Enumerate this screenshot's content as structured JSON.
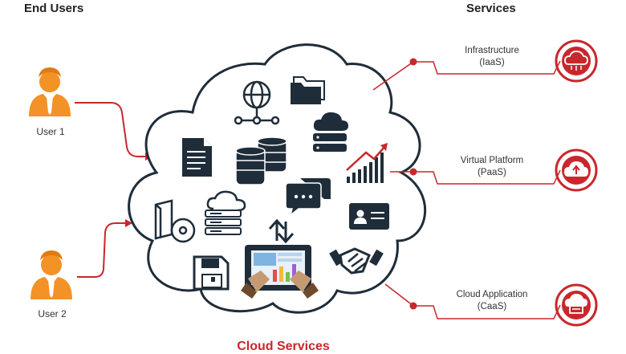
{
  "headings": {
    "end_users": "End Users",
    "services": "Services"
  },
  "users": [
    {
      "label": "User 1"
    },
    {
      "label": "User 2"
    }
  ],
  "services": [
    {
      "name": "Infrastructure",
      "abbr": "(IaaS)",
      "icon": "cloud-server-icon"
    },
    {
      "name": "Virtual Platform",
      "abbr": "(PaaS)",
      "icon": "cloud-upload-icon"
    },
    {
      "name": "Cloud Application",
      "abbr": "(CaaS)",
      "icon": "cloud-app-icon"
    }
  ],
  "cloud": {
    "title": "Cloud Services",
    "icons": [
      "network-globe-icon",
      "folders-icon",
      "cloud-server-icon",
      "document-icon",
      "database-icon",
      "growth-chart-icon",
      "chat-bubbles-icon",
      "software-disc-icon",
      "server-rack-cloud-icon",
      "upload-download-arrows-icon",
      "id-card-icon",
      "floppy-disk-icon",
      "tablet-analytics-icon",
      "handshake-icon"
    ]
  },
  "colors": {
    "accent_red": "#c8272b",
    "user_orange": "#f39226",
    "icon_dark": "#1f2d3a"
  }
}
